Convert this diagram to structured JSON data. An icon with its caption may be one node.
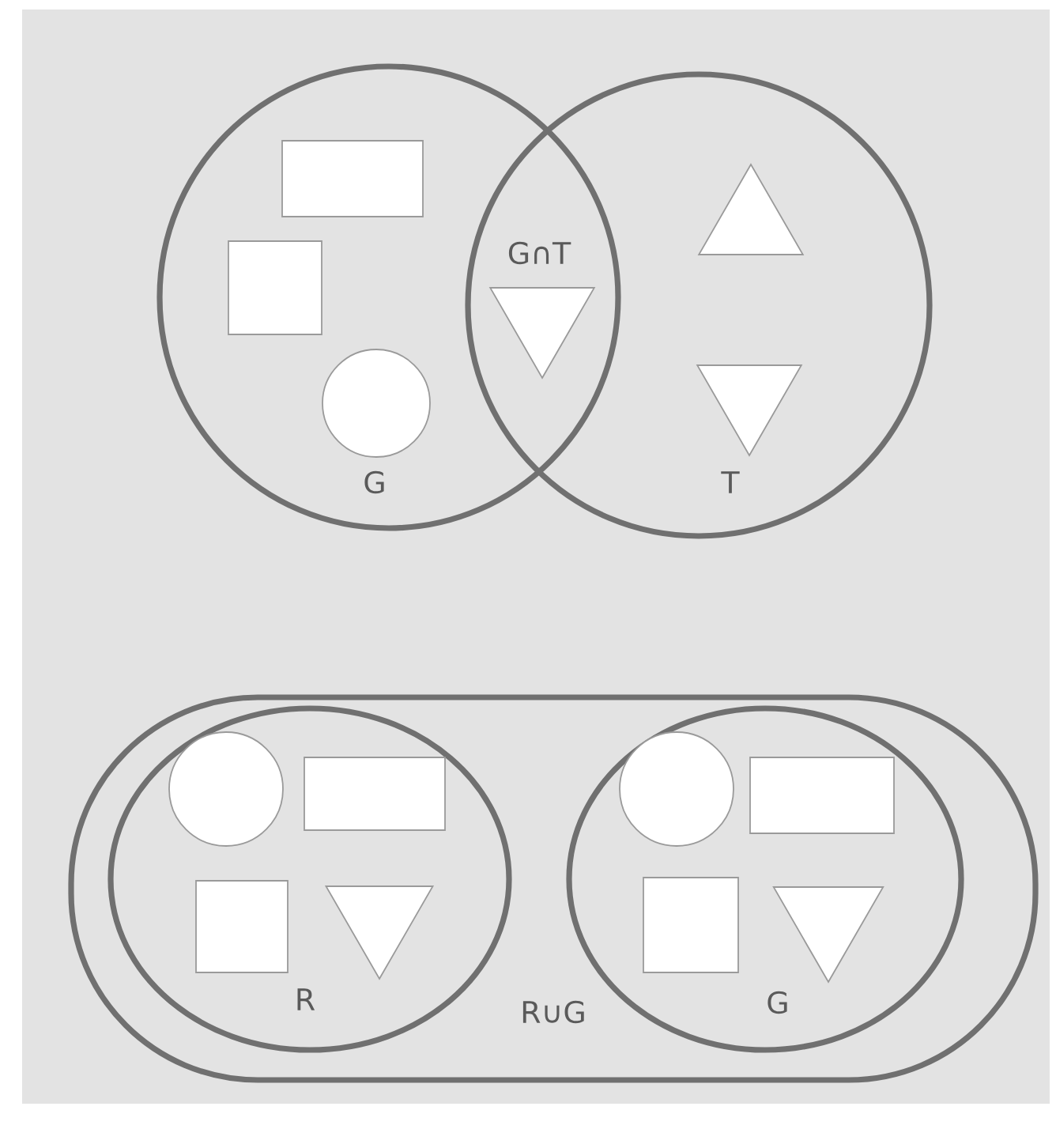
{
  "diagram": {
    "nodes": [
      {
        "text": [
          "G"
        ]
      },
      {
        "text": [],
        "shape": "box",
        "in": 0
      },
      {
        "text": [],
        "shape": "box",
        "in": 0
      },
      {
        "text": [],
        "shape": "circle",
        "in": 0
      },
      {
        "text": [],
        "shape": "triangle"
      },
      {
        "text": [
          "T"
        ]
      },
      {
        "text": [],
        "shape": "triangle",
        "in": 5
      },
      {
        "text": [],
        "shape": "triangle",
        "in": 5
      },
      {
        "text": [
          "R∪G"
        ]
      },
      {
        "text": [
          "R"
        ],
        "in": 8
      },
      {
        "text": [],
        "shape": "circle",
        "in": 9
      },
      {
        "text": [],
        "shape": "box",
        "in": 9
      },
      {
        "text": [],
        "shape": "box",
        "in": 9
      },
      {
        "text": [],
        "shape": "triangle",
        "in": 9
      },
      {
        "text": [
          "G"
        ],
        "in": 8
      },
      {
        "text": [],
        "shape": "circle",
        "in": 14
      },
      {
        "text": [],
        "shape": "box",
        "in": 14
      },
      {
        "text": [],
        "shape": "box",
        "in": 14
      },
      {
        "text": [],
        "shape": "triangle",
        "in": 14
      }
    ],
    "labels": [
      "G∩T"
    ]
  }
}
